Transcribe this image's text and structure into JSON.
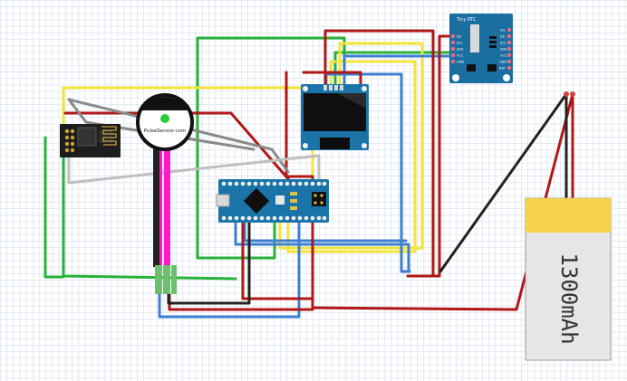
{
  "rtc": {
    "title": "Tiny RTC",
    "pins_left": [
      "DS",
      "SCL",
      "SDA",
      "VCC",
      "GND"
    ],
    "pins_right": [
      "SQ",
      "DS",
      "SCL",
      "SDA",
      "VCC",
      "GND",
      "BAT"
    ]
  },
  "sensor": {
    "label": "PulseSensor.com"
  },
  "battery": {
    "label": "1300mAh"
  },
  "colors": {
    "red": "#b01717",
    "black": "#222222",
    "green": "#27b23a",
    "yellow": "#f2e43a",
    "blue": "#3d7fd1",
    "gray": "#8a8a8a",
    "magenta": "#ff18c8",
    "board_blue": "#1b74a8"
  }
}
